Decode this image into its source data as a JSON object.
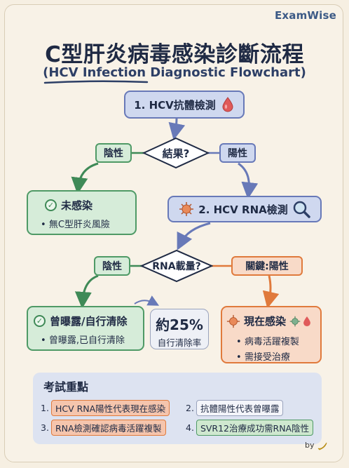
{
  "brand": "ExamWise",
  "title": "C型肝炎病毒感染診斷流程",
  "subtitle": "(HCV Infection Diagnostic Flowchart)",
  "step1": {
    "label": "1. HCV抗體檢測"
  },
  "decision1": {
    "label": "結果?",
    "negative": "陰性",
    "positive": "陽性"
  },
  "outcome_negative": {
    "title": "未感染",
    "items": [
      "無C型肝炎風險"
    ]
  },
  "step2": {
    "label": "2. HCV RNA檢測"
  },
  "decision2": {
    "label": "RNA載量?",
    "negative": "陰性",
    "positive": "關鍵:陽性"
  },
  "outcome_past": {
    "title": "曾曝露/自行清除",
    "items": [
      "曾曝露,已自行清除"
    ]
  },
  "stat": {
    "value": "約25%",
    "label": "自行清除率"
  },
  "outcome_current": {
    "title": "現在感染",
    "items": [
      "病毒活躍複製",
      "需接受治療"
    ]
  },
  "exam_points": {
    "title": "考試重點",
    "items": [
      {
        "num": "1.",
        "text": "HCV RNA陽性代表現在感染",
        "color": "#f5c5ad"
      },
      {
        "num": "2.",
        "text": "抗體陽性代表曾曝露",
        "color": "#eef0f6"
      },
      {
        "num": "3.",
        "text": "RNA檢測確認病毒活躍複製",
        "color": "#f5c5ad"
      },
      {
        "num": "4.",
        "text": "SVR12治療成功需RNA陰性",
        "color": "#cfe8cf"
      }
    ]
  },
  "byline": "by",
  "colors": {
    "navy": "#1f2a44",
    "blue": "#6879b8",
    "green": "#4f9a66",
    "orange": "#e07a3c"
  }
}
